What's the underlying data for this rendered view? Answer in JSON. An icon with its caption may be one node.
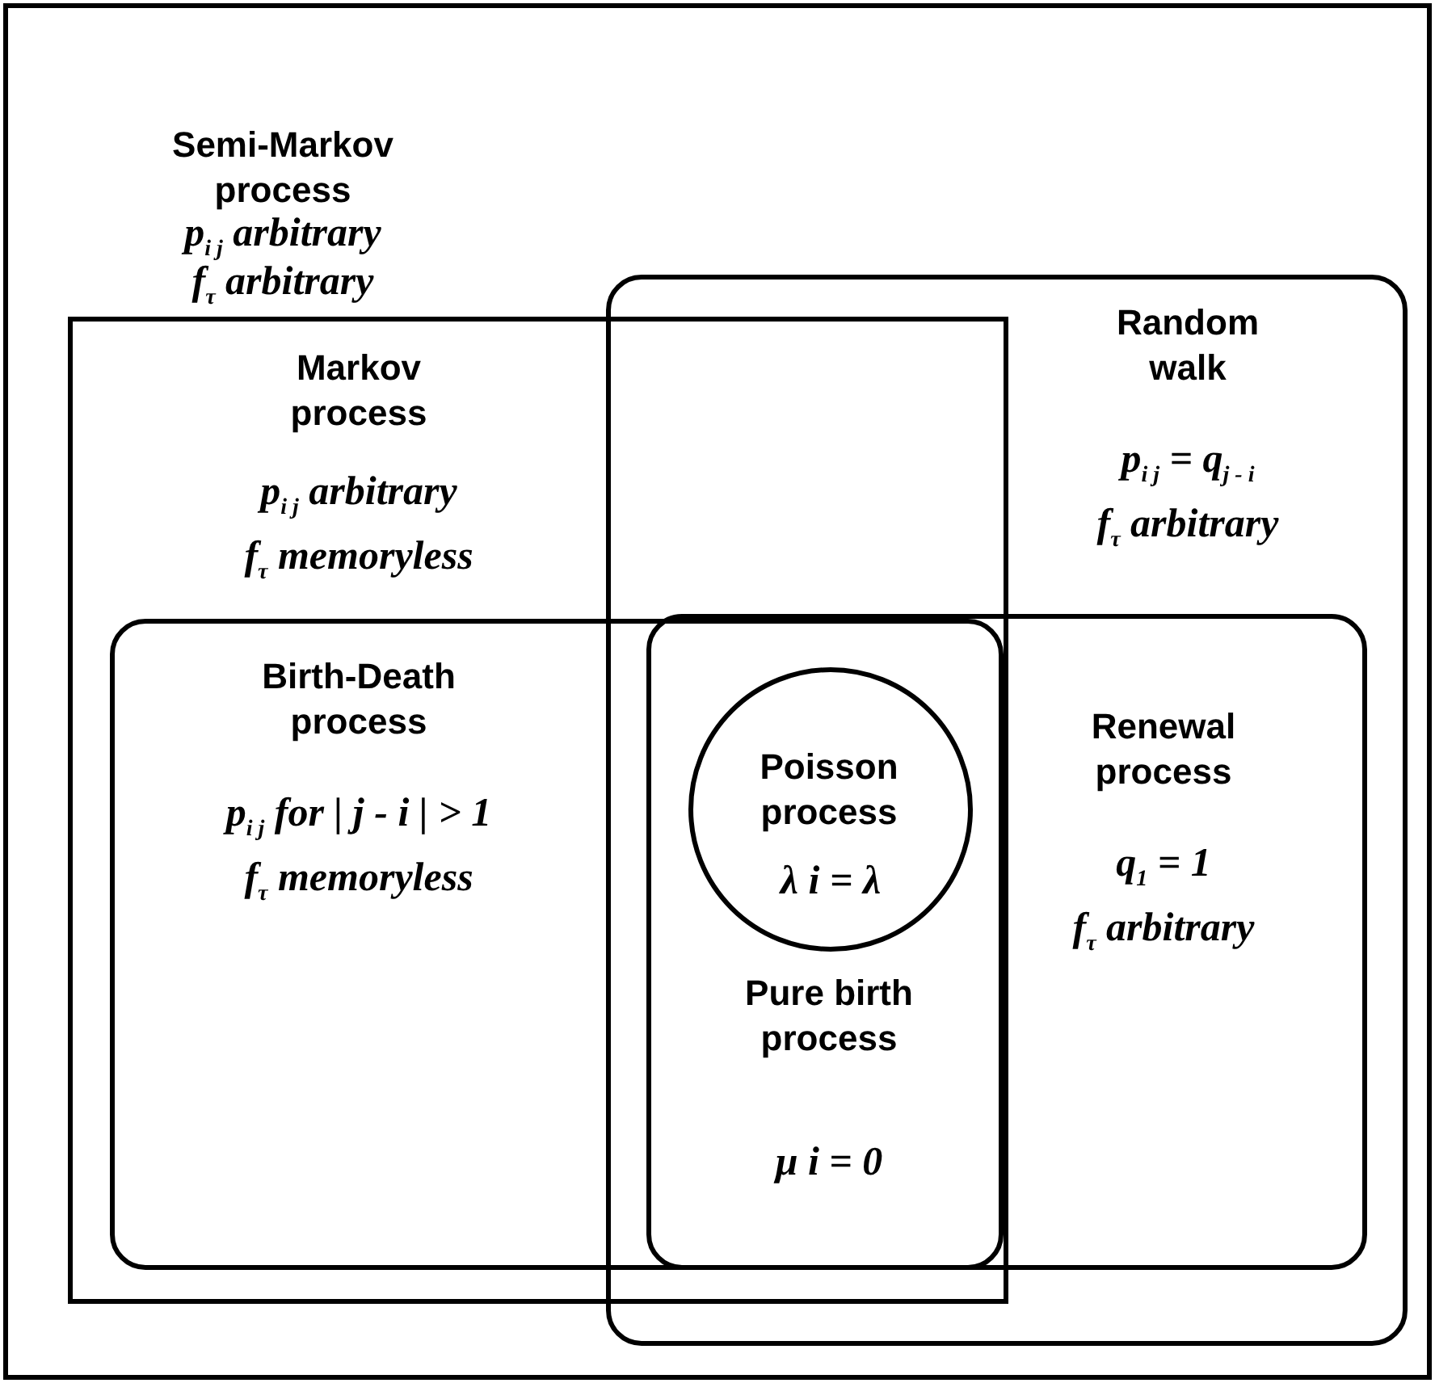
{
  "diagram": {
    "nodes": [
      {
        "text": [
          "Semi-Markov process",
          "p$_{i j}$ arbitrary",
          "f$_{τ}$ arbitrary"
        ]
      },
      {
        "text": [
          "Markov process",
          "p$_{i j}$ arbitrary",
          "f$_{τ}$ memoryless"
        ],
        "in": 0
      },
      {
        "text": [
          "Random walk",
          "p$_{i j}$ = q$_{j - i}$",
          "f$_{τ}$ arbitrary"
        ],
        "in": 0
      },
      {
        "text": [
          "Birth-Death process",
          "p$_{i j}$ for | j - i | > 1",
          "f$_{τ}$ memoryless"
        ],
        "in": 1
      },
      {
        "text": [
          "Renewal process",
          "q$_{1}$ = 1",
          "f$_{τ}$ arbitrary"
        ],
        "in": 2
      },
      {
        "text": [
          "Poisson process",
          "λ i = λ"
        ]
      }
    ],
    "labels": [
      "Pure birth process",
      "μ i = 0"
    ]
  }
}
